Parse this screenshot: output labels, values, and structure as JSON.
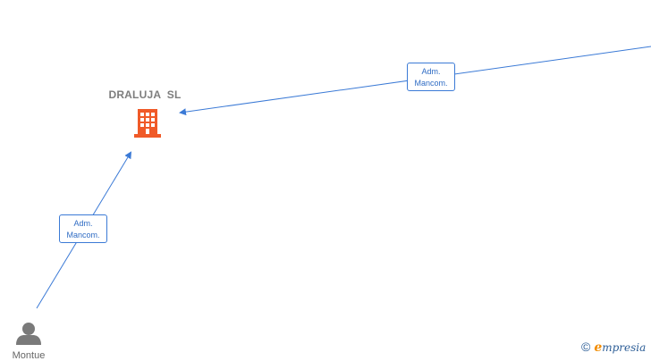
{
  "company": {
    "name": "DRALUJA  SL"
  },
  "edges": [
    {
      "line1": "Adm.",
      "line2": "Mancom."
    },
    {
      "line1": "Adm.",
      "line2": "Mancom."
    }
  ],
  "person": {
    "name": "Montue"
  },
  "watermark": {
    "copyright": "©",
    "brand_initial": "e",
    "brand_rest": "mpresia"
  },
  "colors": {
    "edge": "#3b7ad6",
    "building": "#f05a28",
    "person": "#7a7a7a"
  },
  "icons": {
    "company": "building-icon",
    "person": "person-icon"
  }
}
